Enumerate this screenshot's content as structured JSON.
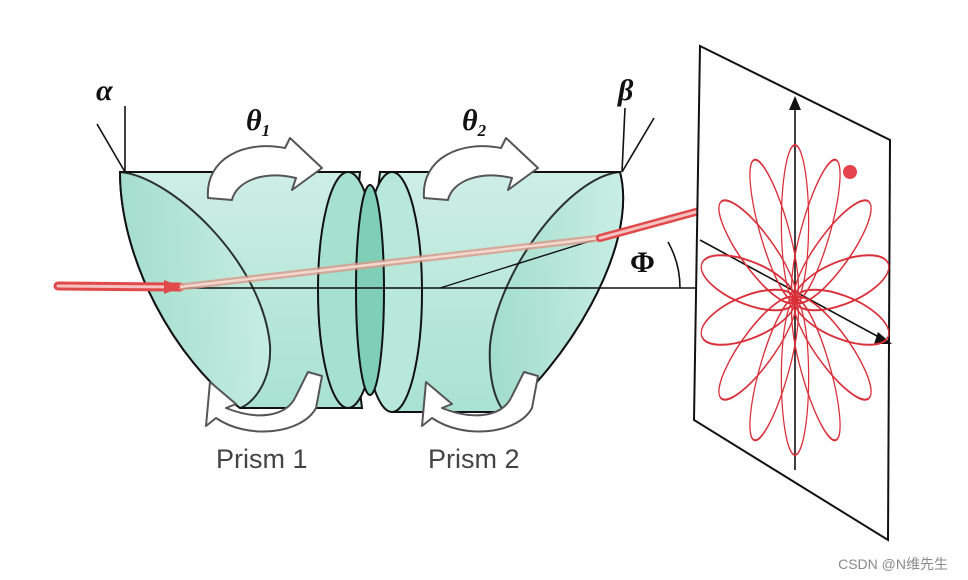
{
  "labels": {
    "alpha": "α",
    "beta": "β",
    "theta": "θ",
    "theta1_sub": "1",
    "theta2_sub": "2",
    "phi": "Φ",
    "prism1": "Prism 1",
    "prism2": "Prism 2"
  },
  "watermark": "CSDN @N维先生",
  "colors": {
    "prism_fill": "#bfe9dd",
    "prism_fill_dark": "#8fd8c2",
    "prism_edge": "#111111",
    "beam": "#e04a4a",
    "beam_core": "#f6c1c1",
    "rosette": "#d9303a"
  },
  "rosette": {
    "petals": 14
  }
}
